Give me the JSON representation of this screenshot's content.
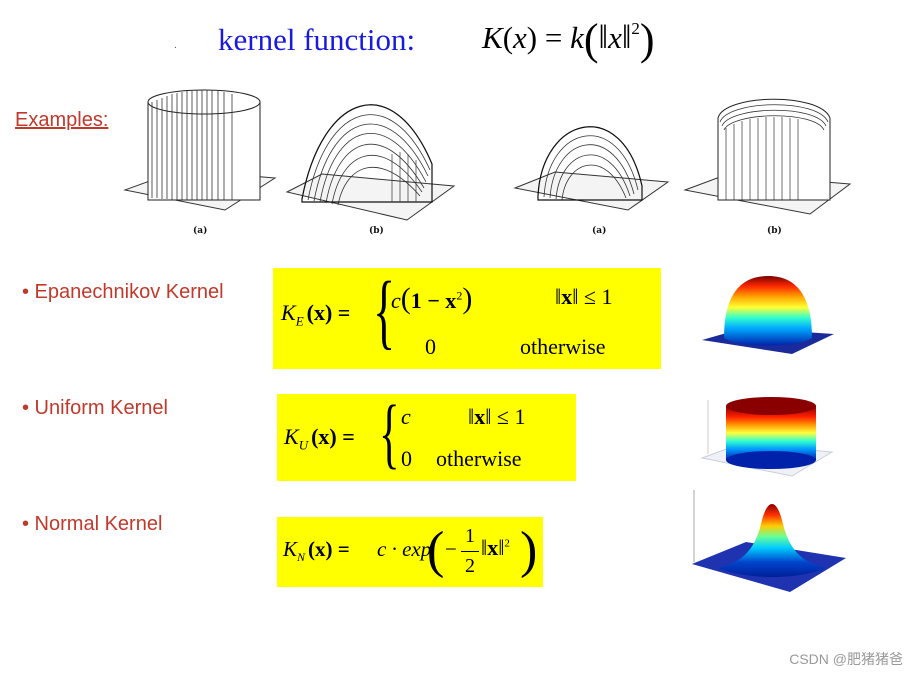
{
  "title": {
    "text": "kernel  function:",
    "formula_lhs": "K",
    "formula_arg": "x",
    "formula_rhs": "k",
    "formula_var": "x",
    "exponent": "2"
  },
  "examples_label": "Examples:",
  "figure_captions": [
    "(a)",
    "(b)",
    "(a)",
    "(b)"
  ],
  "kernels": [
    {
      "bullet": "• Epanechnikov Kernel",
      "symbol": "K",
      "subscript": "E",
      "arg": "(x) =",
      "case1_value": "c",
      "case1_inner": "1 −  x",
      "case1_exp": "2",
      "case1_cond": "x",
      "case1_cond_rhs": "≤ 1",
      "case2_value": "0",
      "case2_cond": "otherwise"
    },
    {
      "bullet": "• Uniform Kernel",
      "symbol": "K",
      "subscript": "U",
      "arg": "(x) =",
      "case1_value": "c",
      "case1_cond": "x",
      "case1_cond_rhs": "≤ 1",
      "case2_value": "0",
      "case2_cond": "otherwise"
    },
    {
      "bullet": "• Normal Kernel",
      "symbol": "K",
      "subscript": "N",
      "arg": "(x) =",
      "coef": "c · exp",
      "frac_num": "1",
      "frac_den": "2",
      "var": "x",
      "exp": "2"
    }
  ],
  "watermark": "CSDN @肥猪猪爸",
  "colors": {
    "title": "#1a1add",
    "bullet": "#c0392b",
    "formula_box": "#ffff00"
  }
}
